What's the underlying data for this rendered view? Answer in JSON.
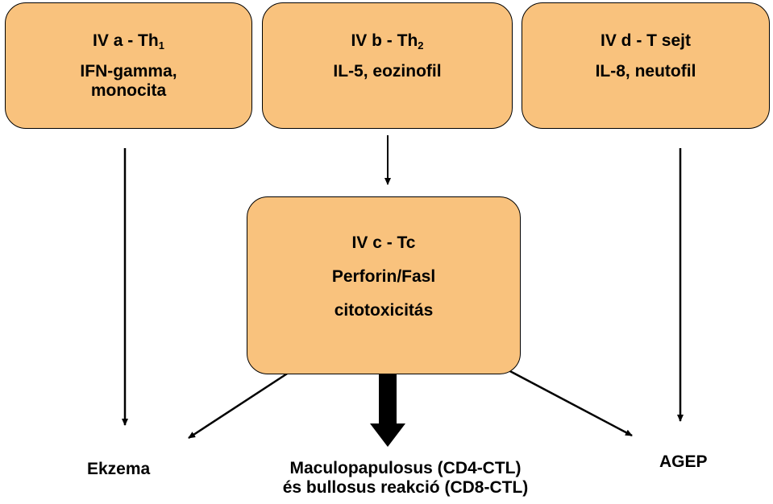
{
  "boxes": {
    "a": {
      "title_main": "IV a - Th",
      "title_sub": "1",
      "line1": "IFN-gamma,",
      "line2": "monocita"
    },
    "b": {
      "title_main": "IV b - Th",
      "title_sub": "2",
      "line1": "IL-5, eozinofil"
    },
    "d": {
      "title": "IV d - T sejt",
      "line1": "IL-8, neutofil"
    },
    "c": {
      "title": "IV c - Tc",
      "line1": "Perforin/Fasl",
      "line2": "citotoxicitás"
    }
  },
  "outcomes": {
    "ekzema": "Ekzema",
    "maculopapulosus_line1": "Maculopapulosus (CD4-CTL)",
    "maculopapulosus_line2": "és bullosus reakció (CD8-CTL)",
    "agep": "AGEP"
  },
  "colors": {
    "box_fill": "#f9c27d",
    "stroke": "#000000"
  }
}
